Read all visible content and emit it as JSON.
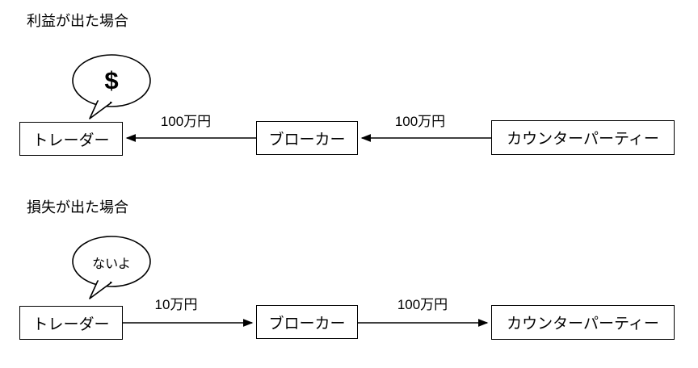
{
  "diagram": {
    "colors": {
      "line": "#000000",
      "background": "#ffffff",
      "text": "#000000"
    }
  },
  "sections": [
    {
      "title": "利益が出た場合",
      "bubble_text": "$",
      "nodes": [
        {
          "label": "トレーダー"
        },
        {
          "label": "ブローカー"
        },
        {
          "label": "カウンターパーティー"
        }
      ],
      "flows": [
        {
          "label": "100万円",
          "direction": "left",
          "from": "ブローカー",
          "to": "トレーダー"
        },
        {
          "label": "100万円",
          "direction": "left",
          "from": "カウンターパーティー",
          "to": "ブローカー"
        }
      ]
    },
    {
      "title": "損失が出た場合",
      "bubble_text": "ないよ",
      "nodes": [
        {
          "label": "トレーダー"
        },
        {
          "label": "ブローカー"
        },
        {
          "label": "カウンターパーティー"
        }
      ],
      "flows": [
        {
          "label": "10万円",
          "direction": "right",
          "from": "トレーダー",
          "to": "ブローカー"
        },
        {
          "label": "100万円",
          "direction": "right",
          "from": "ブローカー",
          "to": "カウンターパーティー"
        }
      ]
    }
  ]
}
